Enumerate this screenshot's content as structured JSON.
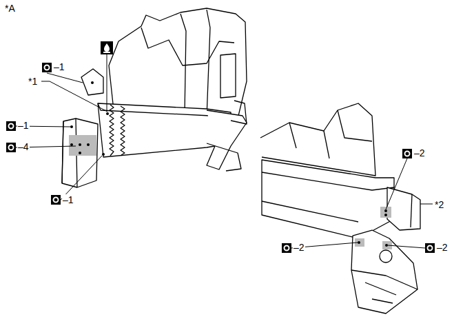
{
  "diagram": {
    "labels": [
      "*A",
      "*1",
      "*2",
      "–1",
      "–1",
      "–4",
      "–1",
      "–2",
      "–2",
      "–2"
    ]
  }
}
